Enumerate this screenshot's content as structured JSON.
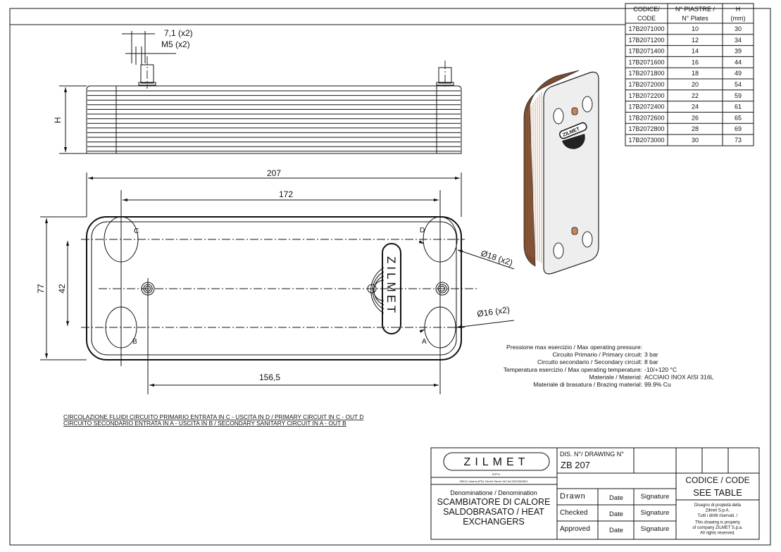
{
  "drawing": {
    "side_view": {
      "thread_dim": "7,1 (x2)",
      "thread_label": "M5 (x2)",
      "height_label": "H"
    },
    "front_view": {
      "dim_overall_length": "207",
      "dim_port_spacing": "172",
      "dim_stud_spacing": "156,5",
      "dim_overall_height": "77",
      "dim_port_vertical": "42",
      "port_labels": [
        "C",
        "D",
        "B",
        "A"
      ],
      "dim_large_port": "Ø18 (x2)",
      "dim_small_port": "Ø16 (x2)",
      "logo_text": "ZILMET"
    },
    "isometric_logo": "ZILMET"
  },
  "spec_table": {
    "headers": [
      [
        "CODICE/",
        "CODE"
      ],
      [
        "N° PIASTRE /",
        "N° Plates"
      ],
      [
        "H",
        "(mm)"
      ]
    ],
    "rows": [
      [
        "17B2071000",
        "10",
        "30"
      ],
      [
        "17B2071200",
        "12",
        "34"
      ],
      [
        "17B2071400",
        "14",
        "39"
      ],
      [
        "17B2071600",
        "16",
        "44"
      ],
      [
        "17B2071800",
        "18",
        "49"
      ],
      [
        "17B2072000",
        "20",
        "54"
      ],
      [
        "17B2072200",
        "22",
        "59"
      ],
      [
        "17B2072400",
        "24",
        "61"
      ],
      [
        "17B2072600",
        "26",
        "65"
      ],
      [
        "17B2072800",
        "28",
        "69"
      ],
      [
        "17B2073000",
        "30",
        "73"
      ]
    ]
  },
  "specs": [
    {
      "label": "Pressione max esercizio / Max operating pressure:",
      "value": ""
    },
    {
      "label": "Circuito Primario / Primary circuit:",
      "value": "3 bar"
    },
    {
      "label": "Circuito secondario / Secondary circuit:",
      "value": "8 bar"
    },
    {
      "label": "Temperatura esercizio / Max operating temperature:",
      "value": "-10/+120 °C"
    },
    {
      "label": "Materiale / Material:",
      "value": "ACCIAIO INOX AISI 316L"
    },
    {
      "label": "Materiale di brasatura / Brazing material:",
      "value": "99.9% Cu"
    }
  ],
  "notes": [
    "CIRCOLAZIONE FLUIDI CIRCUITO PRIMARIO ENTRATA IN C - USCITA IN D / PRIMARY CIRCUIT IN C - OUT D",
    "CIRCUITO SECONDARIO ENTRATA IN A - USCITA IN B / SECONDARY SANITARY CIRCUIT IN A - OUT B"
  ],
  "title_block": {
    "company_logo": "ZILMET",
    "company_suffix": "S.P.A.",
    "company_address": "35010 Limena (PD) Via del Santo 242 tel.049/7664901",
    "drawing_no_label": "DIS. N°/ DRAWING N°",
    "drawing_no": "ZB 207",
    "denomination_label": "Denominatione / Denomination",
    "denomination_lines": [
      "SCAMBIATORE DI CALORE",
      "SALDOBRASATO / HEAT",
      "EXCHANGERS"
    ],
    "approval_rows": [
      [
        "Drawn",
        "Date",
        "Signature"
      ],
      [
        "Checked",
        "Date",
        "Signature"
      ],
      [
        "Approved",
        "Date",
        "Signature"
      ]
    ],
    "code_label": "CODICE / CODE",
    "code_value": "SEE TABLE",
    "property_lines": [
      "Disegno di propietà della",
      "Zilmet S.p.A.",
      "Tutti i diritti riservati. /",
      "This drawing is property",
      "of company ZILMET S.p.a.",
      "All rights reserved."
    ]
  },
  "colors": {
    "line": "#111111",
    "copper": "#8a5a3c",
    "steel": "#eeeeee"
  }
}
